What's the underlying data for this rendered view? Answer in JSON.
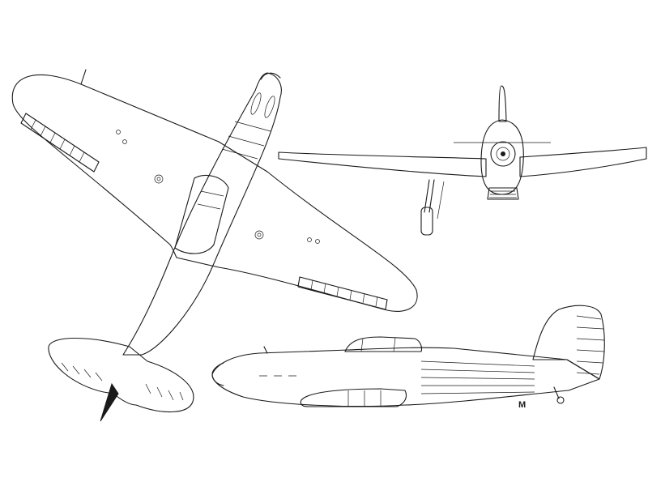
{
  "drawing": {
    "views": [
      "plan-view",
      "front-view",
      "side-view"
    ],
    "side_view_marker": "M"
  },
  "colors": {
    "ink": "#1a1a1a",
    "paper": "#ffffff"
  }
}
